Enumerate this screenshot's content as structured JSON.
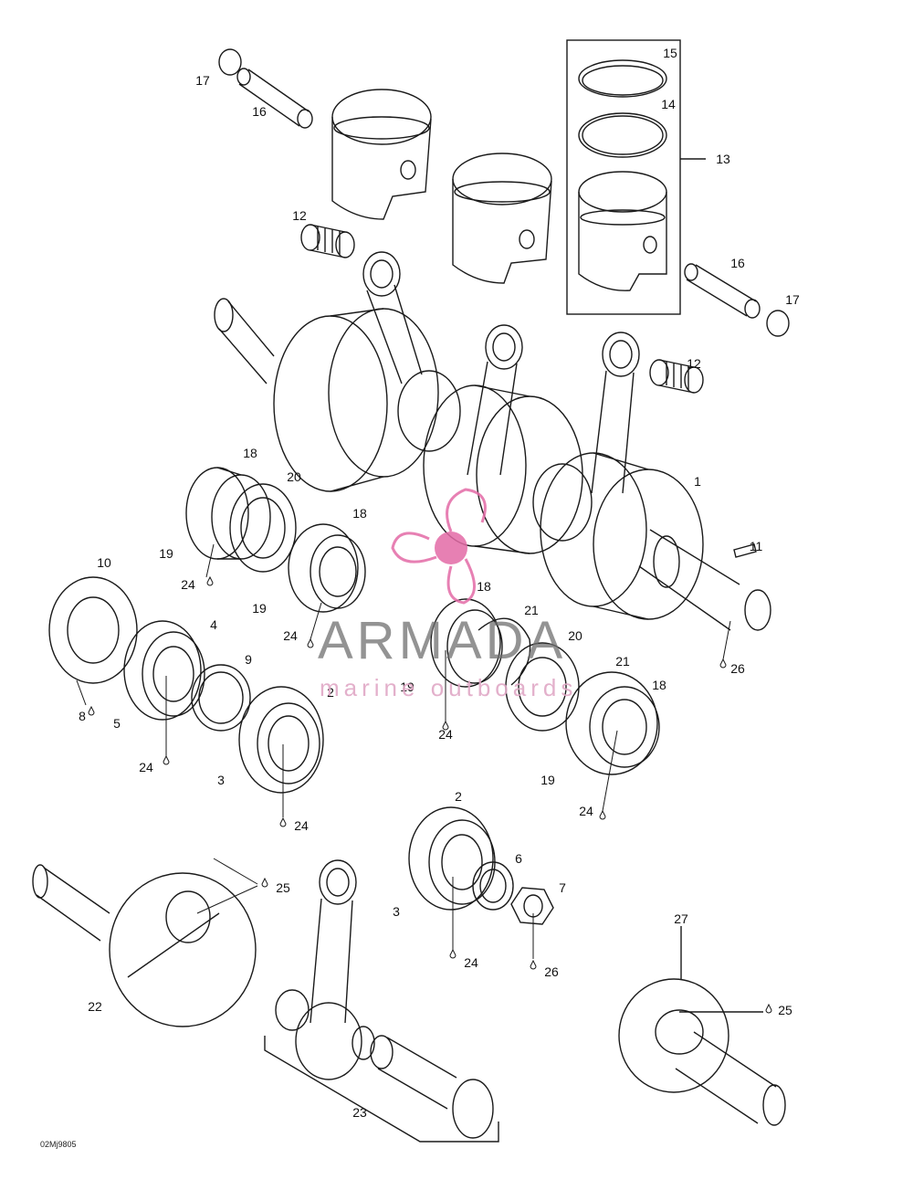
{
  "callouts": [
    "1",
    "2",
    "3",
    "4",
    "5",
    "6",
    "7",
    "8",
    "9",
    "10",
    "11",
    "12",
    "13",
    "14",
    "15",
    "16",
    "17",
    "18",
    "19",
    "20",
    "21",
    "22",
    "23",
    "24",
    "25",
    "26",
    "27"
  ],
  "drawing_code": "02Mj9805",
  "watermark": {
    "word": "ARMADA",
    "tagline": "marine outboards",
    "logo_icon": "propeller-logo-icon",
    "accent": "#e36aa6"
  },
  "line_color": "#1a1a1a"
}
